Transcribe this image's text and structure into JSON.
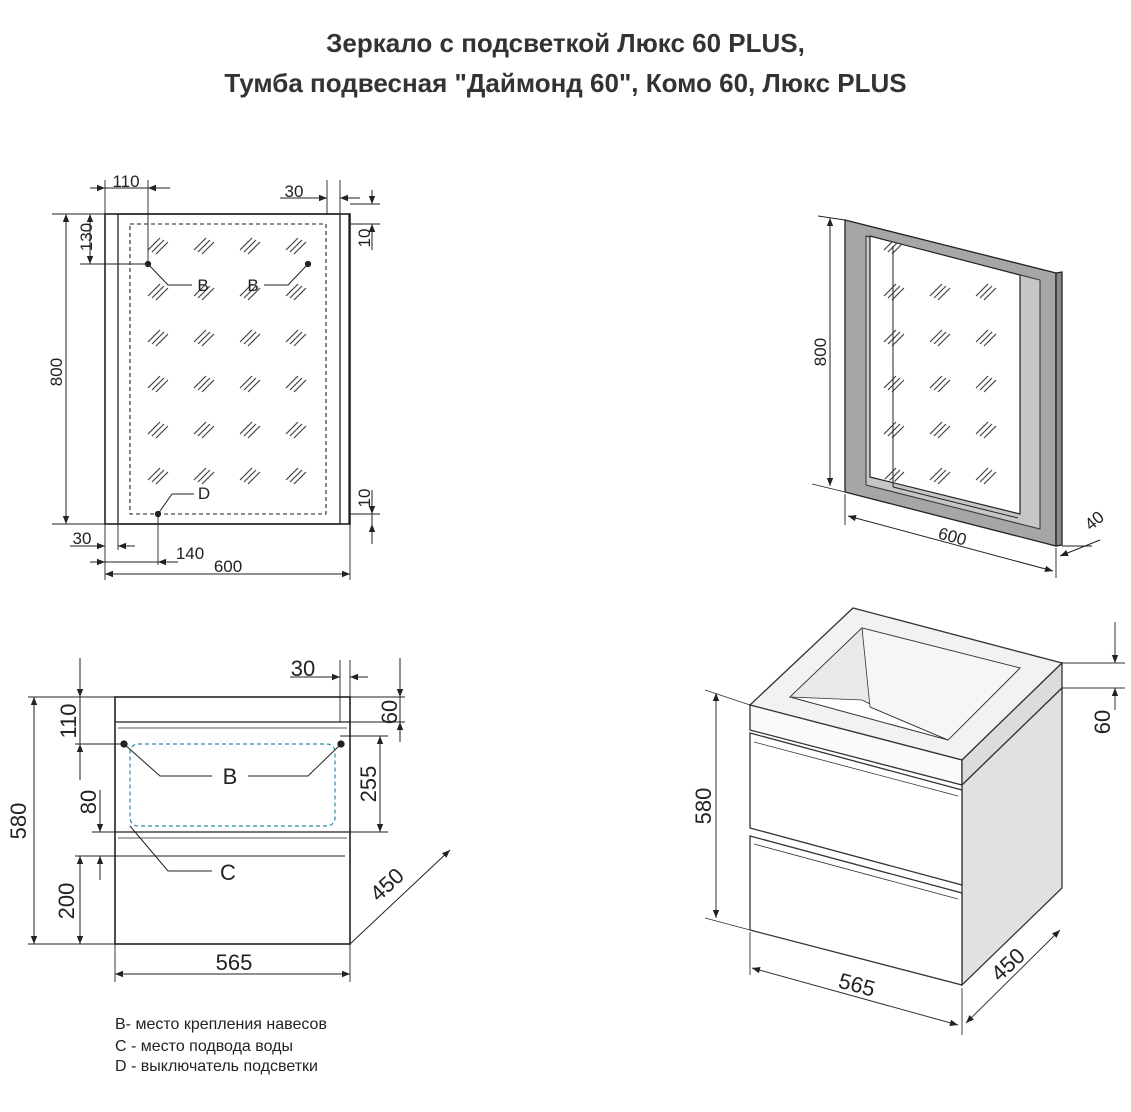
{
  "title": {
    "line1": "Зеркало с подсветкой Люкс 60 PLUS,",
    "line2": "Тумба подвесная \"Даймонд 60\", Комо 60, Люкс PLUS"
  },
  "mirror_front": {
    "dims": {
      "top_left_offset": "110",
      "top_right_margin": "30",
      "top_vertical": "130",
      "top_right_vertical": "10",
      "height": "800",
      "bottom_right_vertical": "10",
      "bottom_left_margin": "30",
      "bottom_switch_offset": "140",
      "width": "600"
    },
    "labels": {
      "b1": "B",
      "b2": "B",
      "d": "D"
    }
  },
  "mirror_iso": {
    "dims": {
      "height": "800",
      "width": "600",
      "depth": "40"
    }
  },
  "cabinet_front": {
    "dims": {
      "top_right_margin": "30",
      "top_vertical": "110",
      "top_thickness": "60",
      "hanger_to_bottom": "255",
      "height": "580",
      "pipe_gap": "80",
      "bottom_height": "200",
      "depth": "450",
      "width": "565"
    },
    "labels": {
      "b": "B",
      "c": "C"
    }
  },
  "cabinet_iso": {
    "dims": {
      "top_thickness": "60",
      "height": "580",
      "width": "565",
      "depth": "450"
    }
  },
  "legend": [
    "B- место крепления навесов",
    "C - место подвода воды",
    "D - выключатель подсветки"
  ]
}
